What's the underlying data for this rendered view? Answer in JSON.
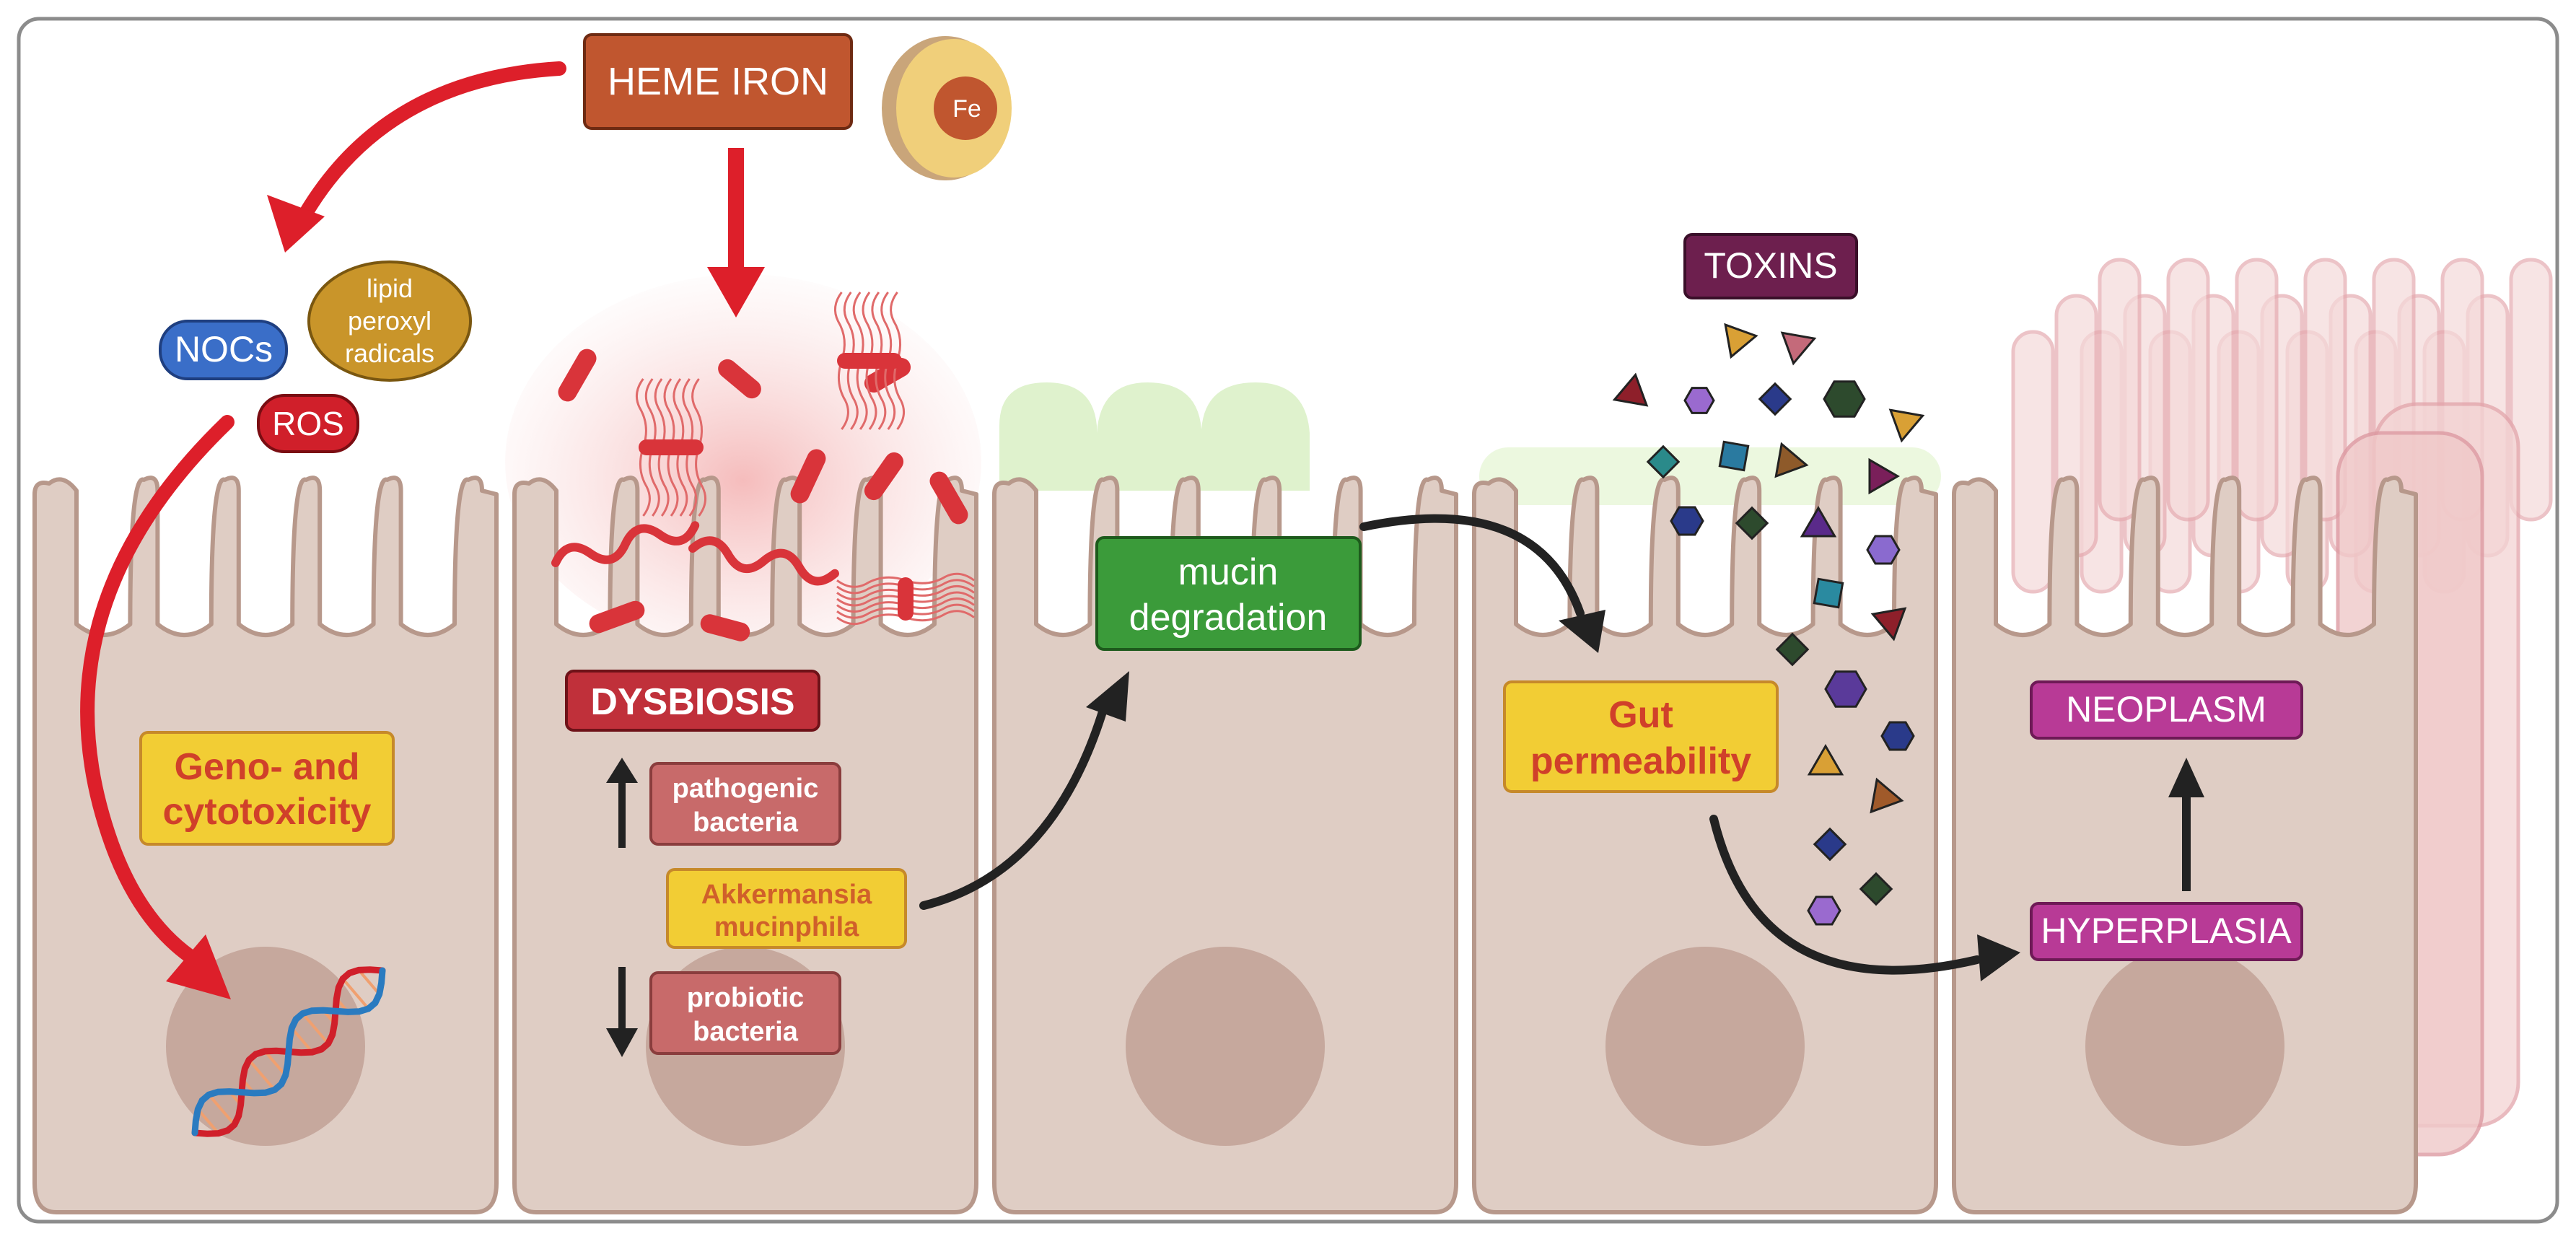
{
  "labels": {
    "heme_iron": "HEME IRON",
    "fe": "Fe",
    "nocs": "NOCs",
    "ros": "ROS",
    "lipid_peroxyl": [
      "lipid",
      "peroxyl",
      "radicals"
    ],
    "geno_cytotoxicity": [
      "Geno- and",
      "cytotoxicity"
    ],
    "dysbiosis": "DYSBIOSIS",
    "pathogenic_bacteria": [
      "pathogenic",
      "bacteria"
    ],
    "akkermansia": [
      "Akkermansia",
      "mucinphila"
    ],
    "probiotic_bacteria": [
      "probiotic",
      "bacteria"
    ],
    "mucin_degradation": [
      "mucin",
      "degradation"
    ],
    "toxins": "TOXINS",
    "gut_permeability": [
      "Gut",
      "permeability"
    ],
    "neoplasm": "NEOPLASM",
    "hyperplasia": "HYPERPLASIA"
  },
  "colors": {
    "heme_box": "#c0562f",
    "nocs_box": "#3a6ec8",
    "ros_box": "#d01f2a",
    "lipid_box": "#c9952a",
    "yellow_box": "#f2cd34",
    "yellow_text": "#d0402a",
    "dysbiosis_box": "#c0303a",
    "bacteria_box": "#c86a6a",
    "mucin_box": "#3b9b3a",
    "toxins_box": "#6d1f4e",
    "magenta_box": "#b83a96",
    "cell_fill": "#dfcdc4",
    "cell_stroke": "#b7988b",
    "nucleus": "#c2a196",
    "red_arrow": "#dd1f2a",
    "black_arrow": "#222222"
  }
}
